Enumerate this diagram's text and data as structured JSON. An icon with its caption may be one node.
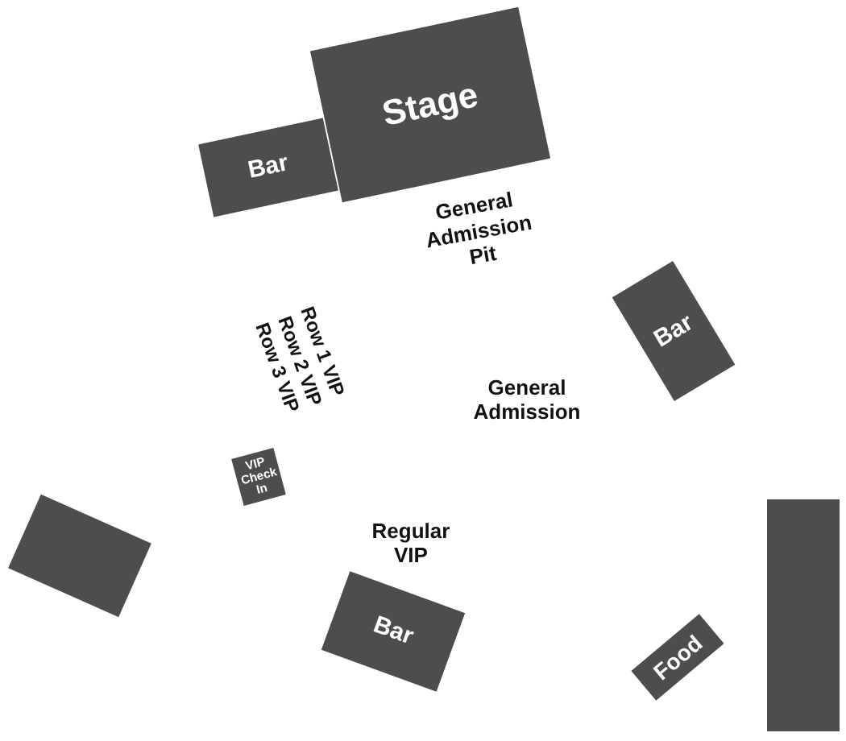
{
  "diagram": {
    "nodes": [
      {
        "text": [
          "Stage"
        ]
      },
      {
        "text": [
          "Bar"
        ]
      },
      {
        "text": [
          "Bar"
        ]
      },
      {
        "text": [
          "VIP Check In"
        ]
      },
      {
        "text": [],
        "shape": "box"
      },
      {
        "text": [
          "Bar"
        ]
      },
      {
        "text": [
          "Food"
        ]
      },
      {
        "text": [],
        "shape": "box"
      }
    ],
    "labels": [
      "General Admission Pit",
      "Row 1 VIP",
      "Row 2 VIP",
      "Row 3 VIP",
      "General Admission",
      "Regular VIP"
    ]
  }
}
